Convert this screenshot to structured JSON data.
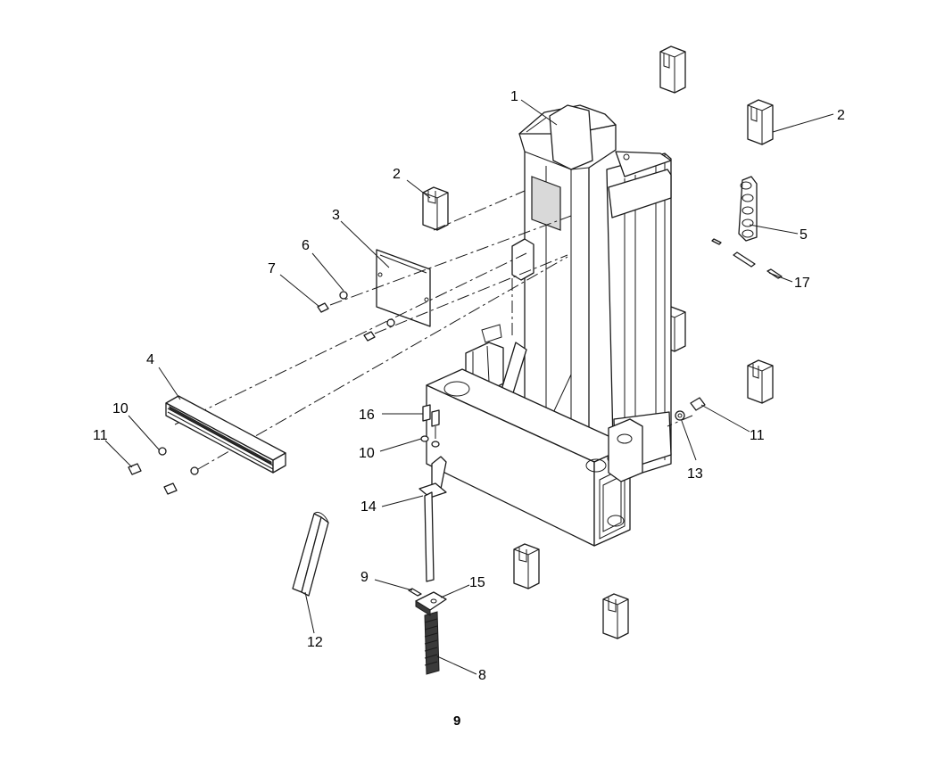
{
  "figure_number": "9",
  "callouts": {
    "c1": "1",
    "c2a": "2",
    "c2b": "2",
    "c3": "3",
    "c4": "4",
    "c5": "5",
    "c6": "6",
    "c7": "7",
    "c8": "8",
    "c9": "9",
    "c10a": "10",
    "c10b": "10",
    "c11a": "11",
    "c11b": "11",
    "c12": "12",
    "c13": "13",
    "c14": "14",
    "c15": "15",
    "c16": "16",
    "c17": "17"
  },
  "colors": {
    "line": "#1a1a1a",
    "background": "#ffffff"
  }
}
